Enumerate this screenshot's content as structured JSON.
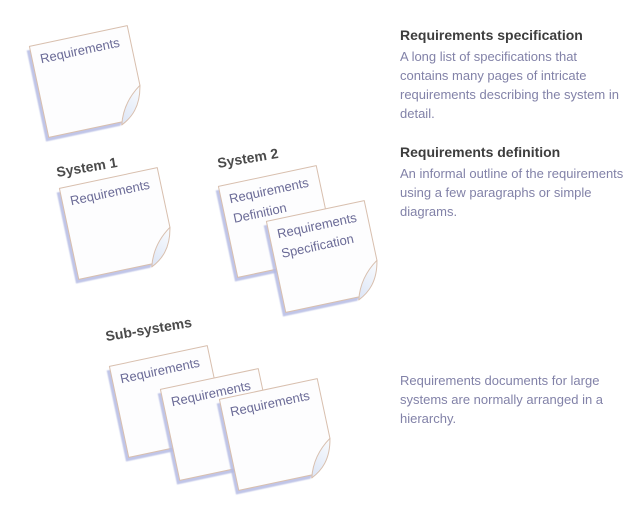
{
  "colors": {
    "note-fill": "#fdfdfe",
    "note-border": "#d8bfae",
    "note-shadow": "#b6bce4",
    "fold-blue": "#dce5f6",
    "fold-white": "#fafcfe",
    "note-text": "#6b6b97",
    "label-text": "#4a4a4a",
    "title-text": "#3d3d3d",
    "body-text": "#8282a8"
  },
  "labels": [
    {
      "text": "System 1"
    },
    {
      "text": "System 2"
    },
    {
      "text": "Sub-systems"
    }
  ],
  "notes": [
    {
      "lines": [
        "Requirements"
      ]
    },
    {
      "lines": [
        "Requirements"
      ]
    },
    {
      "lines": [
        "Requirements",
        "Definition"
      ]
    },
    {
      "lines": [
        "Requirements",
        "Specification"
      ]
    },
    {
      "lines": [
        "Requirements"
      ]
    },
    {
      "lines": [
        "Requirements"
      ]
    },
    {
      "lines": [
        "Requirements"
      ]
    }
  ],
  "annotations": [
    {
      "title": "Requirements specification",
      "body": "A long list of specifications that\ncontains many pages of intricate\nrequirements describing the system in\ndetail."
    },
    {
      "title": "Requirements definition",
      "body": "An informal outline of the requirements\nusing a few paragraphs or simple\ndiagrams."
    },
    {
      "body": "Requirements documents for large\nsystems are normally arranged in a\nhierarchy."
    }
  ]
}
